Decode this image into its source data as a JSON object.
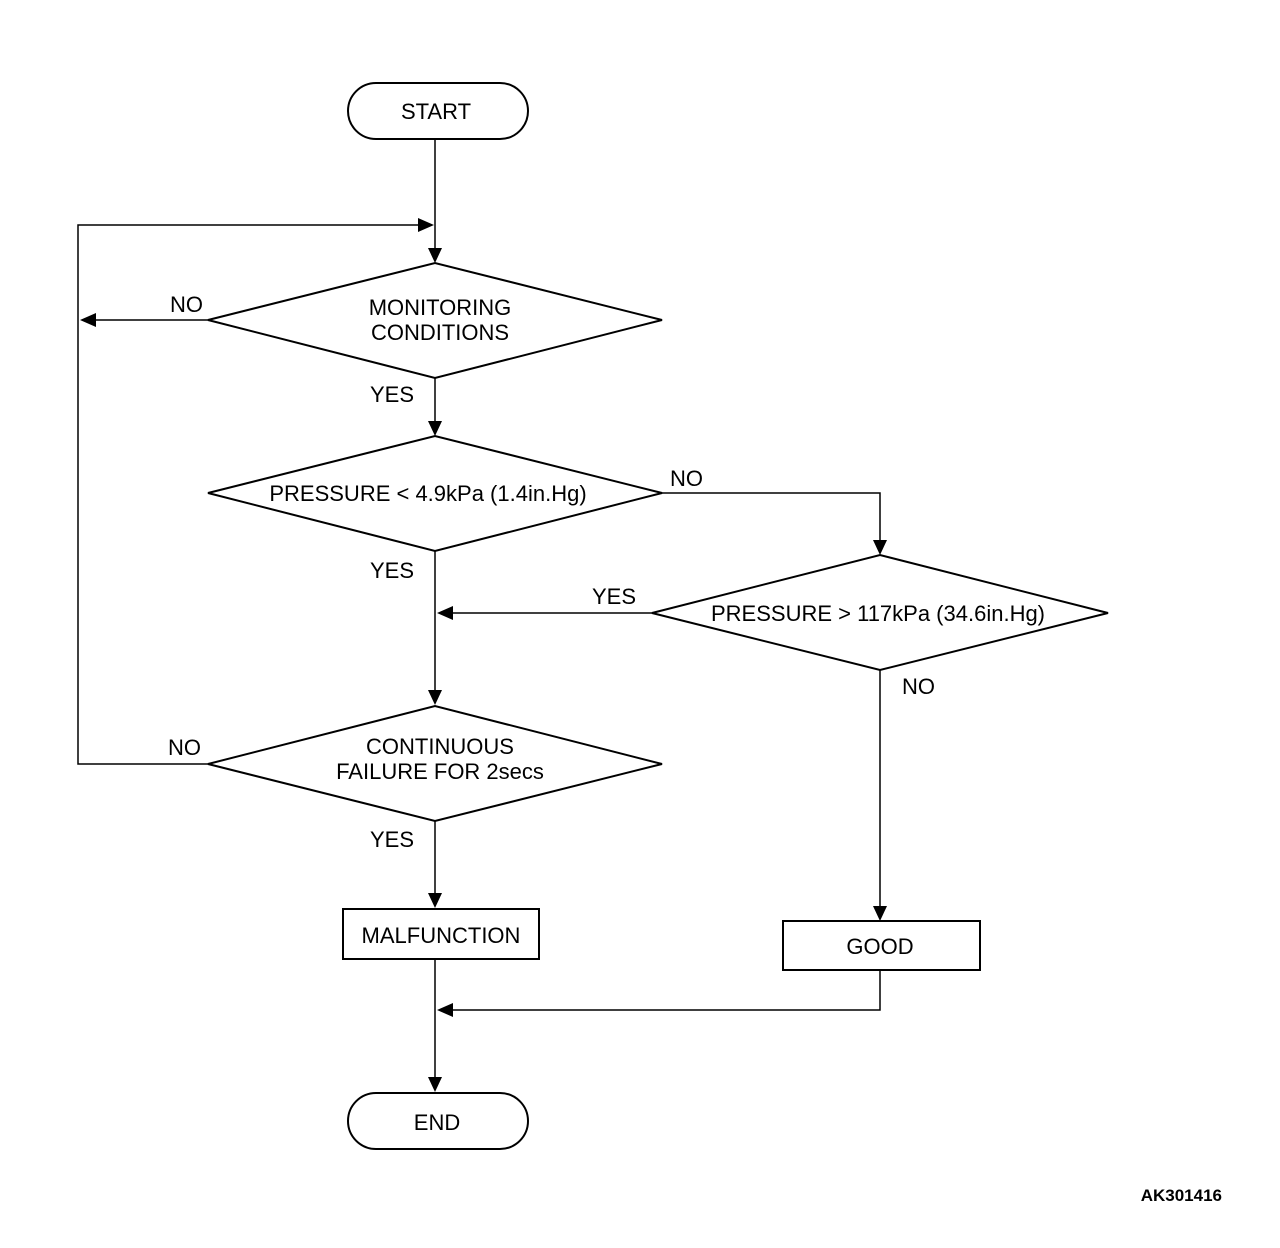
{
  "nodes": {
    "start": "START",
    "monitoring_1": "MONITORING",
    "monitoring_2": "CONDITIONS",
    "pressure_low": "PRESSURE < 4.9kPa (1.4in.Hg)",
    "pressure_high": "PRESSURE > 117kPa (34.6in.Hg)",
    "continuous_1": "CONTINUOUS",
    "continuous_2": "FAILURE FOR 2secs",
    "malfunction": "MALFUNCTION",
    "good": "GOOD",
    "end": "END"
  },
  "edges": {
    "monitoring_no": "NO",
    "monitoring_yes": "YES",
    "pressure_low_no": "NO",
    "pressure_low_yes": "YES",
    "pressure_high_yes": "YES",
    "pressure_high_no": "NO",
    "continuous_no": "NO",
    "continuous_yes": "YES"
  },
  "figure_code": "AK301416"
}
